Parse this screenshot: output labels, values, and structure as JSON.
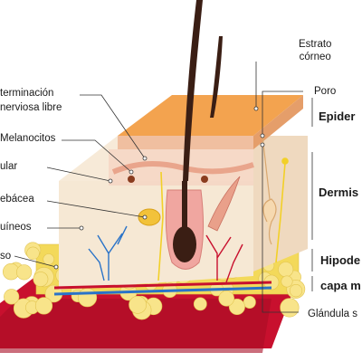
{
  "labels": {
    "estrato": "Estrato\ncórneo",
    "estrato_line1": "Estrato",
    "estrato_line2": "córneo",
    "poro": "Poro",
    "epidermis": "Epider",
    "dermis": "Dermis",
    "hipodermis": "Hipode",
    "capa": "capa m",
    "glandula": "Glándula s",
    "terminacion_line1": "terminación",
    "terminacion_line2": "nerviosa libre",
    "melanocitos": "Melanocitos",
    "folicular": "ular",
    "sebacea": "ebácea",
    "sanguineos": "uíneos",
    "graso": "so"
  }
}
